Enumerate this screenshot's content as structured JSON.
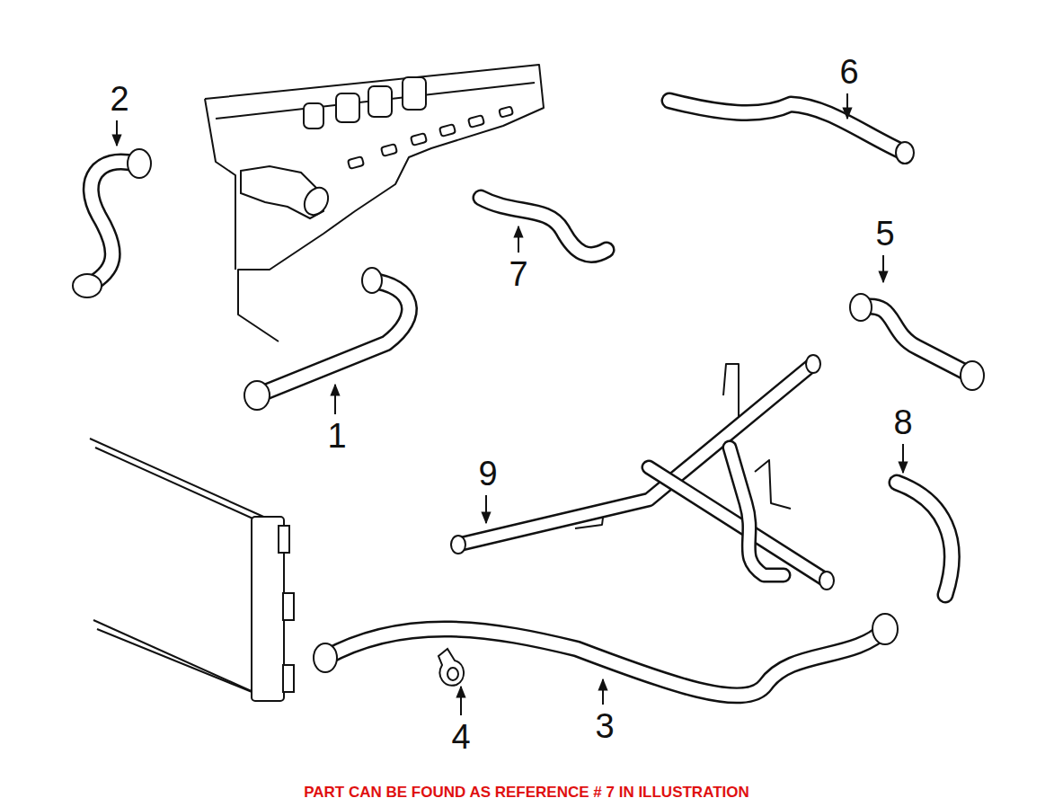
{
  "diagram": {
    "caption": "PART CAN BE FOUND AS REFERENCE # 7 IN ILLUSTRATION",
    "labels": [
      "2",
      "6",
      "5",
      "7",
      "1",
      "8",
      "9",
      "4",
      "3"
    ]
  }
}
